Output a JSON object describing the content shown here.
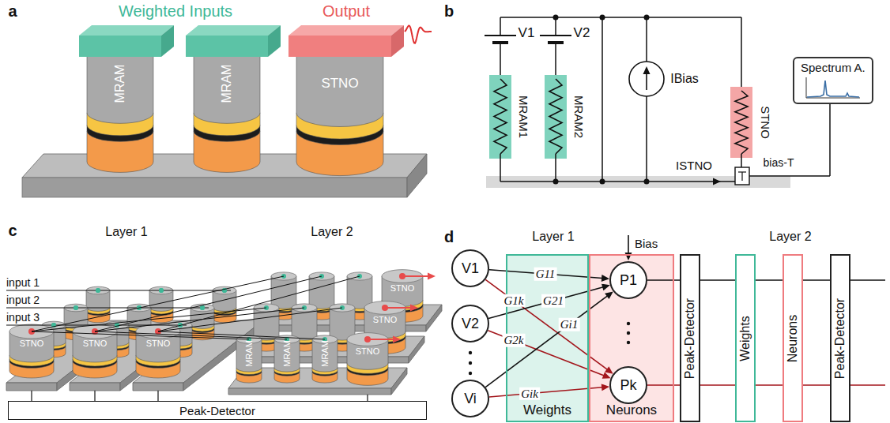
{
  "diagram": {
    "nodes": [
      {
        "text": [
          "Spectrum A."
        ]
      },
      {
        "text": [
          "Peak-Detector"
        ]
      },
      {
        "text": [
          "V1"
        ]
      },
      {
        "text": [
          "V2"
        ]
      },
      {
        "text": [
          "Vi"
        ]
      },
      {
        "text": [
          "Weights"
        ]
      },
      {
        "text": [
          "Neurons"
        ]
      },
      {
        "text": [
          "P1"
        ],
        "in": 6
      },
      {
        "text": [
          "Pk"
        ],
        "in": 6
      },
      {
        "text": [
          "Peak-Detector"
        ]
      },
      {
        "text": [
          "Weights"
        ]
      },
      {
        "text": [
          "Neurons"
        ]
      },
      {
        "text": [
          "Peak-Detector"
        ]
      }
    ],
    "edges": [
      {
        "from": 2,
        "to": 7,
        "label": "G11",
        "arrow": "to"
      },
      {
        "from": 2,
        "to": 8,
        "label": "G1k",
        "arrow": "to"
      },
      {
        "from": 3,
        "to": 7,
        "label": "G21",
        "arrow": "to"
      },
      {
        "from": 3,
        "to": 8,
        "label": "G2k",
        "arrow": "to"
      },
      {
        "from": 4,
        "to": 7,
        "label": "Gi1",
        "arrow": "to"
      },
      {
        "from": 4,
        "to": 8,
        "label": "Gik",
        "arrow": "to"
      },
      {
        "from": 7,
        "to": 9,
        "arrow": "none"
      },
      {
        "from": 8,
        "to": 9,
        "arrow": "none"
      },
      {
        "from": 9,
        "to": 10,
        "arrow": "none"
      },
      {
        "from": 10,
        "to": 11,
        "arrow": "none"
      },
      {
        "from": 11,
        "to": 12,
        "arrow": "none"
      }
    ],
    "labels": [
      "a",
      "Weighted Inputs",
      "Output",
      "MRAM",
      "MRAM",
      "STNO",
      "b",
      "V1",
      "V2",
      "IBias",
      "MRAM1",
      "MRAM2",
      "ISTNO",
      "STNO",
      "bias-T",
      "c",
      "Layer 1",
      "Layer 2",
      "input 1",
      "input 2",
      "input 3",
      "STNO",
      "STNO",
      "STNO",
      "MRAM",
      "MRAM",
      "MRAM",
      "STNO",
      "STNO",
      "STNO",
      "d",
      "Layer 1",
      "Layer 2",
      "Bias"
    ]
  }
}
